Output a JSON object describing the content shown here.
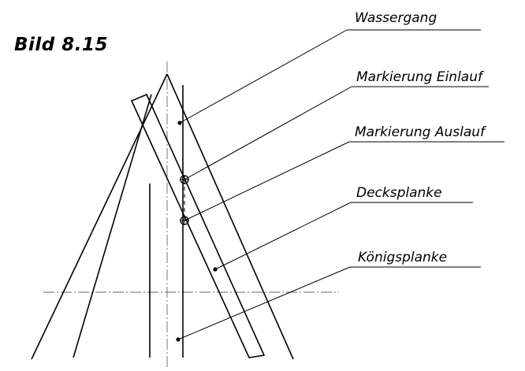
{
  "figure": {
    "title": "Bild 8.15"
  },
  "callouts": [
    {
      "id": "wassergang",
      "label": "Wassergang"
    },
    {
      "id": "markierung-einlauf",
      "label": "Markierung Einlauf"
    },
    {
      "id": "markierung-auslauf",
      "label": "Markierung Auslauf"
    },
    {
      "id": "decksplanke",
      "label": "Decksplanke"
    },
    {
      "id": "koenigsplanke",
      "label": "Königsplanke"
    }
  ]
}
